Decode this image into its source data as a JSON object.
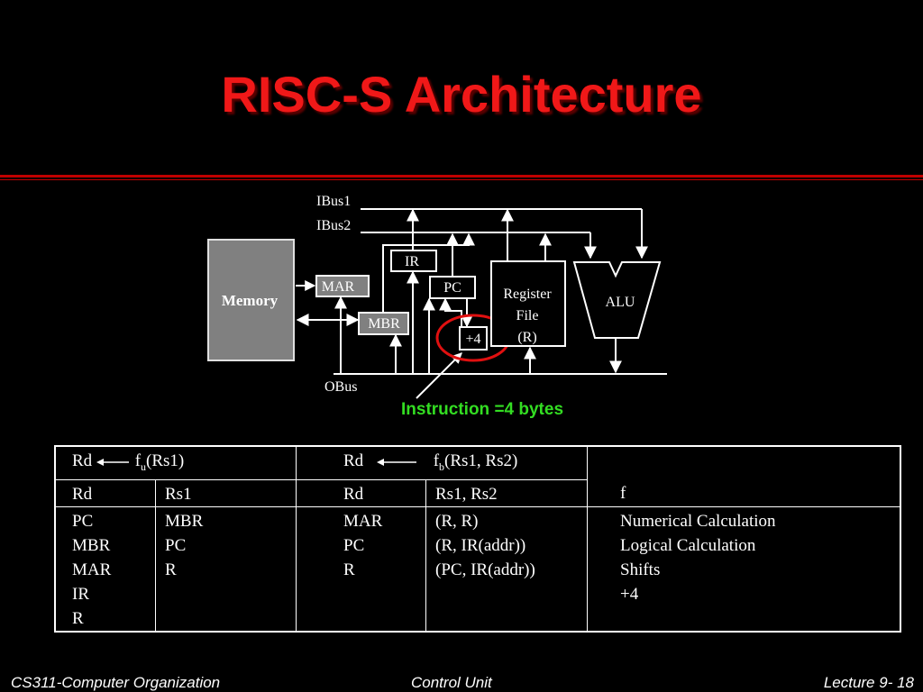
{
  "slide": {
    "title": "RISC-S Architecture",
    "colors": {
      "background": "#000000",
      "title": "#f01818",
      "rule": "#c00000",
      "highlight_circle": "#e01010",
      "note": "#33dd22",
      "memory_box": "#808080"
    }
  },
  "diagram": {
    "ibus1": "IBus1",
    "ibus2": "IBus2",
    "obus": "OBus",
    "memory": "Memory",
    "mar": "MAR",
    "mbr": "MBR",
    "ir": "IR",
    "pc": "PC",
    "plus4": "+4",
    "register_file": [
      "Register",
      "File",
      "(R)"
    ],
    "alu": "ALU",
    "note": "Instruction =4 bytes"
  },
  "table": {
    "unary_heading": {
      "dest": "Rd",
      "func": "f",
      "func_sub": "u",
      "arg": "(Rs1)"
    },
    "binary_heading": {
      "dest": "Rd",
      "func": "f",
      "func_sub": "b",
      "arg": "(Rs1, Rs2)"
    },
    "row2": [
      "Rd",
      "Rs1",
      "Rd",
      "Rs1, Rs2",
      "f"
    ],
    "unary_dest": [
      "PC",
      "MBR",
      "MAR",
      "IR",
      "R"
    ],
    "unary_src": [
      "MBR",
      "PC",
      "R"
    ],
    "binary_dest": [
      "MAR",
      "PC",
      "R"
    ],
    "binary_src": [
      "(R, R)",
      "(R, IR(addr))",
      "(PC, IR(addr))"
    ],
    "functions": [
      "Numerical Calculation",
      "Logical Calculation",
      "Shifts",
      "+4"
    ]
  },
  "footer": {
    "course": "CS311-Computer Organization",
    "topic": "Control Unit",
    "page": "Lecture 9- 18"
  }
}
